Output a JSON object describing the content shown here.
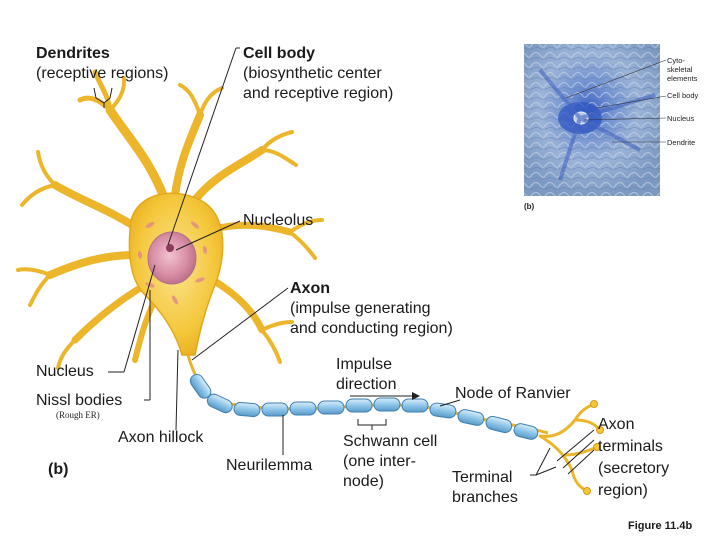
{
  "labels": {
    "dendrites_title": "Dendrites",
    "dendrites_sub": "(receptive regions)",
    "cell_body_title": "Cell body",
    "cell_body_sub1": "(biosynthetic center",
    "cell_body_sub2": "and receptive region)",
    "nucleolus": "Nucleolus",
    "axon_title": "Axon",
    "axon_sub1": "(impulse generating",
    "axon_sub2": "and conducting region)",
    "impulse1": "Impulse",
    "impulse2": "direction",
    "node_ranvier": "Node of Ranvier",
    "nucleus": "Nucleus",
    "nissl": "Nissl bodies",
    "rough_er": "(Rough ER)",
    "axon_hillock": "Axon hillock",
    "part_b": "(b)",
    "neurilemma": "Neurilemma",
    "schwann1": "Schwann cell",
    "schwann2": "(one inter-",
    "schwann3": "node)",
    "terminal1": "Terminal",
    "terminal2": "branches",
    "axon_term1": "Axon",
    "axon_term2": "terminals",
    "axon_term3": "(secretory",
    "axon_term4": "region)",
    "figure": "Figure 11.4b"
  },
  "micrograph": {
    "part": "(b)",
    "cyto1": "Cyto-",
    "cyto2": "skeletal",
    "cyto3": "elements",
    "cellbody": "Cell body",
    "nucleus": "Nucleus",
    "dendrite": "Dendrite"
  },
  "colors": {
    "neuron_yellow": "#f2c230",
    "neuron_light": "#f9dc6a",
    "nucleus_pink": "#d98fa6",
    "myelin_blue": "#8ec5e8",
    "micrograph_bg": "#8aa6cc",
    "leader": "#222222"
  }
}
